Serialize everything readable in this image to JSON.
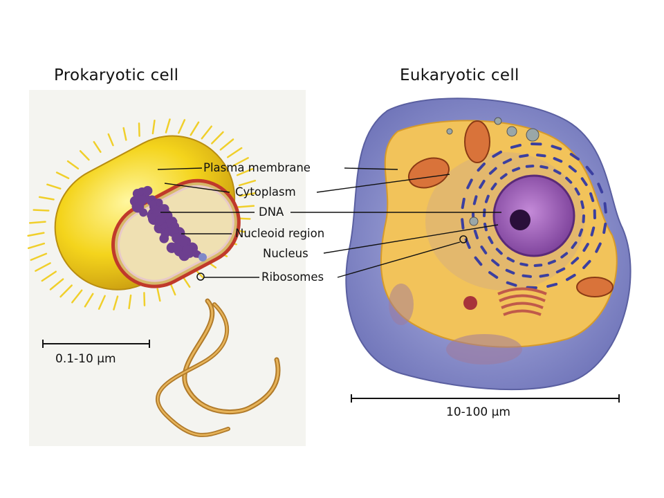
{
  "titles": {
    "prokaryote": "Prokaryotic cell",
    "eukaryote": "Eukaryotic cell"
  },
  "labels": {
    "plasma_membrane": "Plasma membrane",
    "cytoplasm": "Cytoplasm",
    "dna": "DNA",
    "nucleoid_region": "Nucleoid region",
    "nucleus": "Nucleus",
    "ribosomes": "Ribosomes"
  },
  "scales": {
    "prokaryote": "0.1-10 µm",
    "eukaryote": "10-100 µm"
  },
  "colors": {
    "prokaryote_capsule": "#f2d21a",
    "membrane_red": "#c0392b",
    "dna_purple": "#6d3f8f",
    "eukaryote_outer": "#8a8fcf",
    "eukaryote_cytoplasm": "#f2c35a",
    "nucleus": "#9a5ab8",
    "er_blue": "#3b3fa0",
    "mitochondrion": "#d9733a"
  }
}
